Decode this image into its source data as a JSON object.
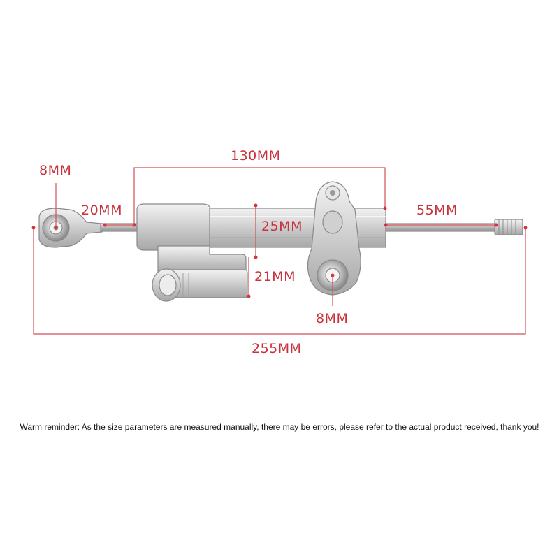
{
  "colors": {
    "dimension": "#c8323c",
    "part_metal": "#cfcfcf",
    "part_shadow": "#9a9a9a",
    "background": "#ffffff"
  },
  "dimensions": {
    "eye_left_diameter": "8MM",
    "rod_left_length": "20MM",
    "body_length": "130MM",
    "body_diameter": "25MM",
    "reservoir_height": "21MM",
    "rod_right_length": "55MM",
    "mount_hole_diameter": "8MM",
    "overall_length": "255MM"
  },
  "reminder": "Warm reminder: As the size parameters are measured manually, there may be errors, please refer to the actual product received, thank you!"
}
